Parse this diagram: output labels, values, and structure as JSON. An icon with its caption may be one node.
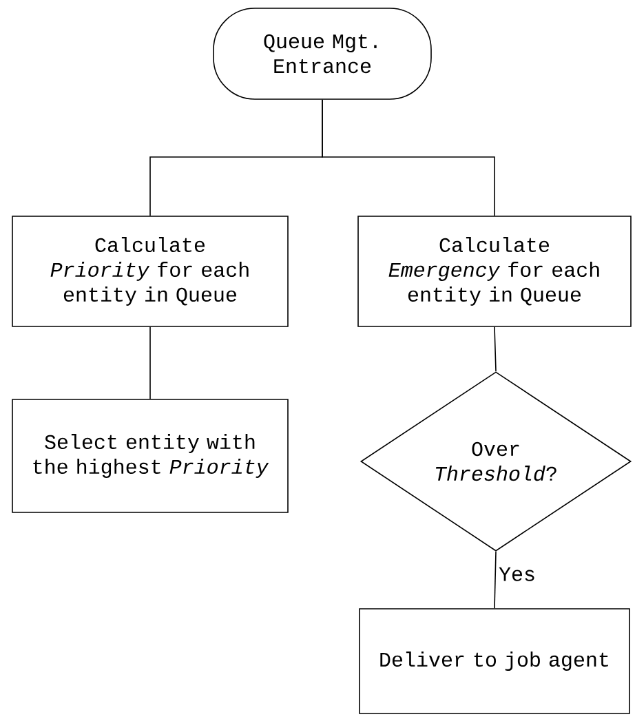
{
  "diagram": {
    "nodes": [
      {
        "text": [
          "Queue Mgt. Entrance"
        ]
      },
      {
        "text": [
          "Calculate *Priority* for each entity in Queue"
        ]
      },
      {
        "text": [
          "Calculate *Emergency* for each entity in Queue"
        ]
      },
      {
        "text": [
          "Select entity with the highest *Priority*"
        ]
      },
      {
        "text": [
          "Over *Threshold*?"
        ]
      },
      {
        "text": [
          "Deliver to job agent"
        ]
      }
    ],
    "edges": [
      {
        "from": 0,
        "to": 1,
        "arrow": "none"
      },
      {
        "from": 0,
        "to": 2,
        "arrow": "none"
      },
      {
        "from": 1,
        "to": 3,
        "arrow": "none"
      },
      {
        "from": 2,
        "to": 4,
        "arrow": "none"
      },
      {
        "from": 4,
        "to": 5,
        "arrow": "none",
        "label": "Yes"
      }
    ]
  }
}
